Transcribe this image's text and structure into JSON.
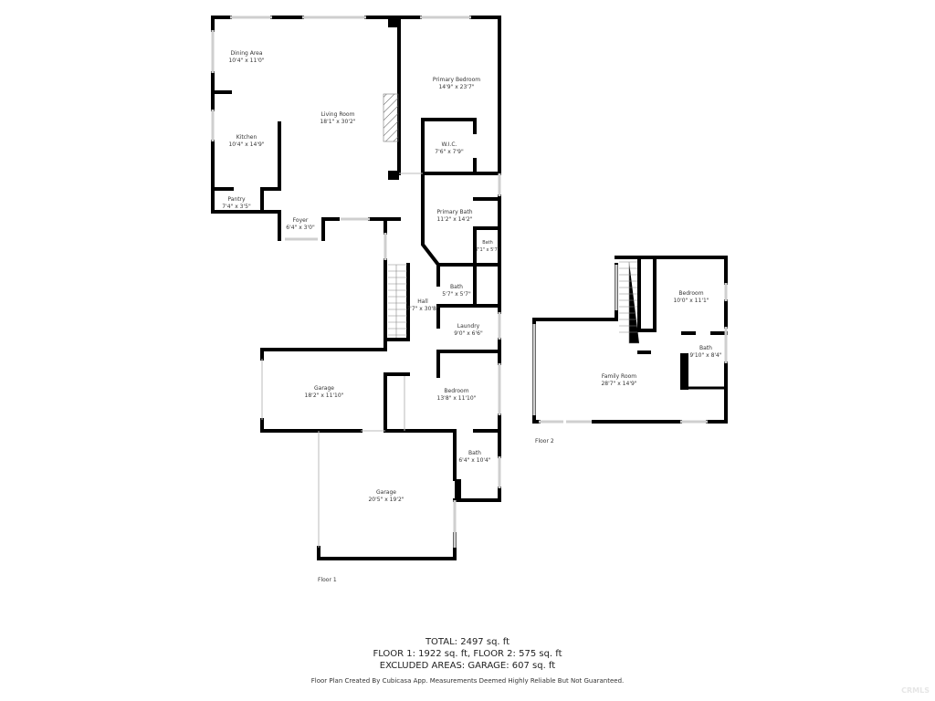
{
  "floor1": {
    "label": "Floor 1",
    "rooms": [
      {
        "name": "Dining Area",
        "size": "10'4\" x 11'0\""
      },
      {
        "name": "Living Room",
        "size": "18'1\" x 30'2\""
      },
      {
        "name": "Kitchen",
        "size": "10'4\" x 14'9\""
      },
      {
        "name": "Pantry",
        "size": "7'4\" x 3'5\""
      },
      {
        "name": "Foyer",
        "size": "6'4\" x 3'0\""
      },
      {
        "name": "Primary Bedroom",
        "size": "14'9\" x 23'7\""
      },
      {
        "name": "W.I.C.",
        "size": "7'6\" x 7'9\""
      },
      {
        "name": "Primary Bath",
        "size": "11'2\" x 14'2\""
      },
      {
        "name": "Bath",
        "size": "7'1\" x 5'7\""
      },
      {
        "name": "Bath",
        "size": "5'7\" x 5'7\""
      },
      {
        "name": "Hall",
        "size": "7'7\" x 30'8\""
      },
      {
        "name": "Laundry",
        "size": "9'0\" x 6'6\""
      },
      {
        "name": "Garage",
        "size": "18'2\" x 11'10\""
      },
      {
        "name": "Bedroom",
        "size": "13'8\" x 11'10\""
      },
      {
        "name": "Bath",
        "size": "6'4\" x 10'4\""
      },
      {
        "name": "Garage",
        "size": "20'5\" x 19'2\""
      }
    ]
  },
  "floor2": {
    "label": "Floor 2",
    "rooms": [
      {
        "name": "Bedroom",
        "size": "10'0\" x 11'1\""
      },
      {
        "name": "Bath",
        "size": "9'10\" x 8'4\""
      },
      {
        "name": "Family Room",
        "size": "28'7\" x 14'9\""
      }
    ]
  },
  "summary": {
    "total": "TOTAL: 2497 sq. ft",
    "floors": "FLOOR 1: 1922 sq. ft, FLOOR 2: 575 sq. ft",
    "excluded": "EXCLUDED AREAS: GARAGE: 607 sq. ft"
  },
  "disclaimer": "Floor Plan Created By Cubicasa App. Measurements Deemed Highly Reliable But Not Guaranteed.",
  "watermark": "CRMLS",
  "colors": {
    "wall": "#000000",
    "window": "#d8d8d8",
    "background": "#ffffff"
  }
}
